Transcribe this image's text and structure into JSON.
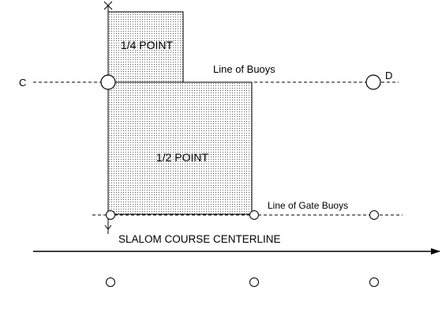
{
  "labels": {
    "quarter_point": "1/4 POINT",
    "half_point": "1/2 POINT",
    "line_of_buoys": "Line of Buoys",
    "line_of_gate_buoys": "Line of Gate Buoys",
    "point_c": "C",
    "point_d": "D",
    "point_x": "X",
    "point_y": "Y",
    "centerline": "SLALOM COURSE CENTERLINE"
  },
  "colors": {
    "line": "#000000",
    "stipple_dot": "#5a5a5a",
    "background": "#ffffff"
  }
}
